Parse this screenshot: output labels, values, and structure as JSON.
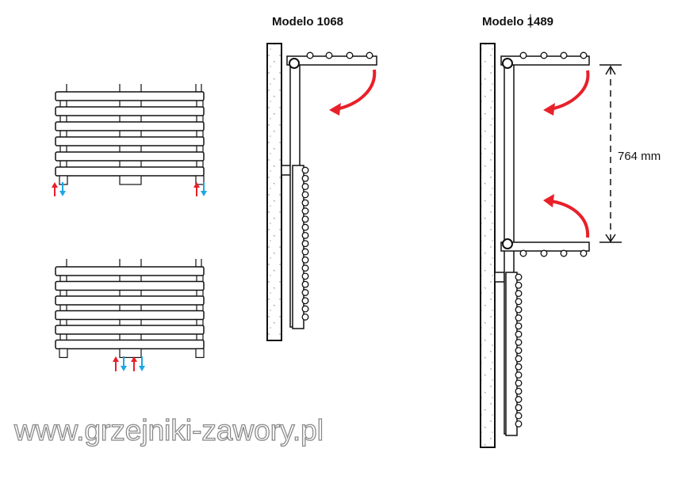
{
  "model_1068": {
    "title": "Modelo 1068"
  },
  "model_1489": {
    "title": "Modelo 1489",
    "dimension": "764 mm"
  },
  "watermark": "www.grzejniki-zawory.pl",
  "colors": {
    "line": "#111111",
    "supply_arrow": "#e8202a",
    "return_arrow": "#1aa7e6",
    "watermark_outline": "#8a8a8a"
  }
}
